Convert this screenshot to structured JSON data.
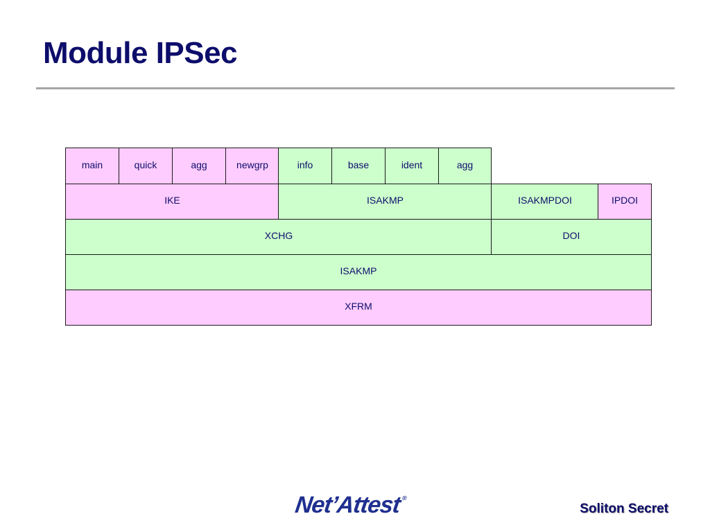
{
  "slide": {
    "title": "Module IPSec",
    "logo_text": "Net’Attest",
    "logo_mark": "®",
    "confidential_label": "Soliton Secret"
  },
  "colors": {
    "title": "#0d0d6b",
    "pink_fill": "#ffccff",
    "green_fill": "#ccffcc",
    "border": "#1a1a1a",
    "rule": "#a6a6a6"
  },
  "diagram": {
    "row1": [
      "main",
      "quick",
      "agg",
      "newgrp",
      "info",
      "base",
      "ident",
      "agg"
    ],
    "row2": [
      "IKE",
      "ISAKMP",
      "ISAKMPDOI",
      "IPDOI"
    ],
    "row3": [
      "XCHG",
      "DOI"
    ],
    "row4": [
      "ISAKMP"
    ],
    "row5": [
      "XFRM"
    ]
  }
}
